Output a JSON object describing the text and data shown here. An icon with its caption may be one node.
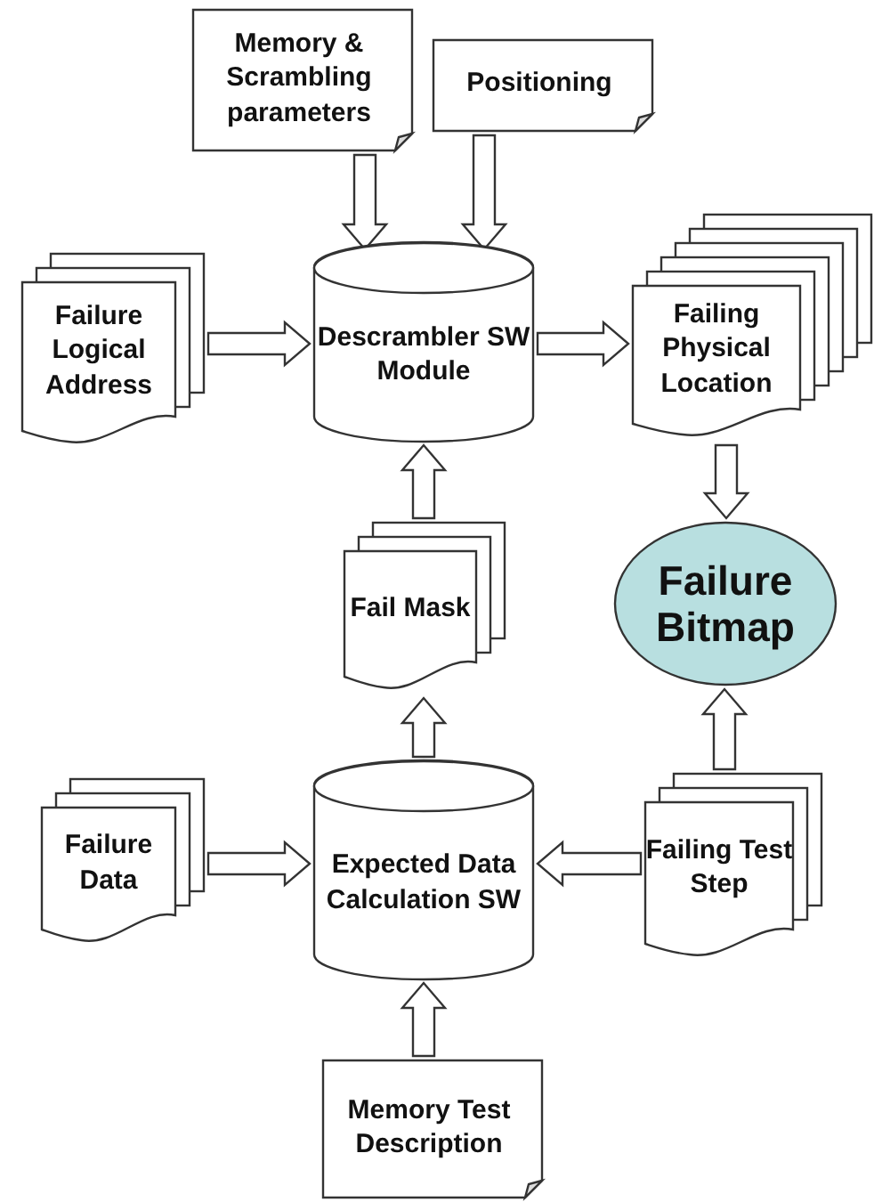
{
  "diagram": {
    "nodes": [
      {
        "text": [
          "Memory & Scrambling parameters"
        ]
      },
      {
        "text": [
          "Positioning"
        ]
      },
      {
        "text": [
          "Failure Logical Address"
        ]
      },
      {
        "text": [
          "Descrambler SW Module"
        ]
      },
      {
        "text": [
          "Failing Physical Location"
        ]
      },
      {
        "text": [
          "Fail Mask"
        ]
      },
      {
        "text": [
          "Failure Bitmap"
        ]
      },
      {
        "text": [
          "Failure Data"
        ]
      },
      {
        "text": [
          "Expected Data Calculation SW"
        ]
      },
      {
        "text": [
          "Failing Test Step"
        ]
      },
      {
        "text": [
          "Memory Test Description"
        ]
      }
    ],
    "edges": [
      {
        "from": 0,
        "to": 3,
        "arrow": "to"
      },
      {
        "from": 1,
        "to": 3,
        "arrow": "to"
      },
      {
        "from": 2,
        "to": 3,
        "arrow": "to"
      },
      {
        "from": 3,
        "to": 4,
        "arrow": "to"
      },
      {
        "from": 4,
        "to": 6,
        "arrow": "to"
      },
      {
        "from": 5,
        "to": 3,
        "arrow": "to"
      },
      {
        "from": 8,
        "to": 5,
        "arrow": "to"
      },
      {
        "from": 7,
        "to": 8,
        "arrow": "to"
      },
      {
        "from": 9,
        "to": 8,
        "arrow": "to"
      },
      {
        "from": 9,
        "to": 6,
        "arrow": "to"
      },
      {
        "from": 10,
        "to": 8,
        "arrow": "to"
      }
    ]
  }
}
